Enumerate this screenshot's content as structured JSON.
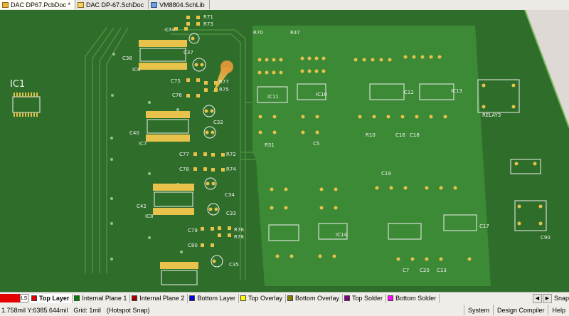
{
  "tabs": [
    {
      "label": "DAC DP67.PcbDoc *",
      "icon": "pcb-document-icon",
      "active": true
    },
    {
      "label": "DAC DP-67.SchDoc",
      "icon": "schematic-document-icon",
      "active": false
    },
    {
      "label": "VM8804.SchLib",
      "icon": "schematic-library-icon",
      "active": false
    }
  ],
  "canvas": {
    "designators": {
      "r71": "R71",
      "r73": "R73",
      "c74": "C74",
      "c37": "C37",
      "c38": "C38",
      "ic6": "IC6",
      "c75": "C75",
      "r77": "R77",
      "r75": "R75",
      "c76": "C76",
      "c32": "C32",
      "c40": "C40",
      "ic7": "IC7",
      "c77": "C77",
      "r72": "R72",
      "c78": "C78",
      "r74": "R74",
      "c34": "C34",
      "c42": "C42",
      "ic8": "IC8",
      "c33": "C33",
      "c79": "C79",
      "r76": "R76",
      "r78": "R78",
      "c80": "C80",
      "c35": "C35",
      "ic1": "IC1",
      "ic11": "IC11",
      "ic10": "IC10",
      "c12": "C12",
      "ic13": "IC13",
      "relay3": "RELAY3",
      "ic14": "IC14",
      "c17": "C17",
      "c90": "C90",
      "r70": "R70",
      "r47": "R47",
      "r51": "R51",
      "r10": "R10",
      "c5": "C5",
      "c7": "C7",
      "c16": "C16",
      "c18": "C18",
      "c20": "C20",
      "c19": "C19",
      "c13": "C13"
    }
  },
  "layers": [
    {
      "label": "Top Layer",
      "color": "#e00000",
      "active": true
    },
    {
      "label": "Internal Plane 1",
      "color": "#008000",
      "active": false
    },
    {
      "label": "Internal Plane 2",
      "color": "#a00000",
      "active": false
    },
    {
      "label": "Bottom Layer",
      "color": "#0000e0",
      "active": false
    },
    {
      "label": "Top Overlay",
      "color": "#ffff00",
      "active": false
    },
    {
      "label": "Bottom Overlay",
      "color": "#808000",
      "active": false
    },
    {
      "label": "Top Solder",
      "color": "#800080",
      "active": false
    },
    {
      "label": "Bottom Solder",
      "color": "#ff00ff",
      "active": false
    }
  ],
  "layerbar": {
    "ls_label": "LS",
    "snap_label": "Snap"
  },
  "status": {
    "coords": "1.758mil Y:6385.644mil",
    "grid": "Grid: 1mil",
    "snap": "(Hotspot Snap)",
    "buttons": [
      "System",
      "Design Compiler",
      "Help"
    ]
  },
  "colors": {
    "board": "#2f6e2a",
    "board_light": "#3d8a36",
    "outline": "#7ab85c",
    "silk": "#f0f0f0",
    "pad": "#e8c24a"
  }
}
